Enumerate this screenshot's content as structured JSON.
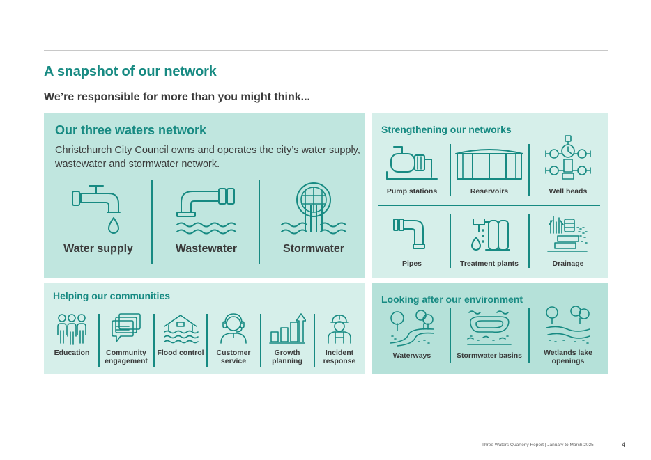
{
  "page": {
    "title": "A snapshot of our network",
    "subtitle": "We’re responsible for more than you might think..."
  },
  "network": {
    "title": "Our three waters network",
    "description": "Christchurch City Council owns and operates the city’s water supply, wastewater and stormwater network.",
    "items": [
      {
        "label": "Water supply",
        "icon": "tap-icon"
      },
      {
        "label": "Wastewater",
        "icon": "outfall-pipe-icon"
      },
      {
        "label": "Stormwater",
        "icon": "stormwater-drain-icon"
      }
    ]
  },
  "strengthening": {
    "title": "Strengthening our networks",
    "items": [
      {
        "label": "Pump stations",
        "icon": "pump-icon"
      },
      {
        "label": "Reservoirs",
        "icon": "reservoir-icon"
      },
      {
        "label": "Well heads",
        "icon": "well-head-icon"
      },
      {
        "label": "Pipes",
        "icon": "pipe-icon"
      },
      {
        "label": "Treatment plants",
        "icon": "treatment-plant-icon"
      },
      {
        "label": "Drainage",
        "icon": "drainage-icon"
      }
    ]
  },
  "communities": {
    "title": "Helping our communities",
    "items": [
      {
        "label": "Education",
        "icon": "people-icon"
      },
      {
        "label": "Community engagement",
        "icon": "speech-bubbles-icon"
      },
      {
        "label": "Flood control",
        "icon": "flooded-house-icon"
      },
      {
        "label": "Customer service",
        "icon": "headset-icon"
      },
      {
        "label": "Growth planning",
        "icon": "growth-chart-icon"
      },
      {
        "label": "Incident response",
        "icon": "worker-icon"
      }
    ]
  },
  "environment": {
    "title": "Looking after our environment",
    "items": [
      {
        "label": "Waterways",
        "icon": "waterway-icon"
      },
      {
        "label": "Stormwater basins",
        "icon": "basin-icon"
      },
      {
        "label": "Wetlands lake openings",
        "icon": "wetland-icon"
      }
    ]
  },
  "footer": {
    "report": "Three Waters Quarterly Report  |  January to March 2025",
    "page_number": "4"
  },
  "colors": {
    "accent": "#178a82",
    "panel_dark": "#c0e6df",
    "panel_light": "#d6efea",
    "panel_env": "#b5e1d9"
  }
}
